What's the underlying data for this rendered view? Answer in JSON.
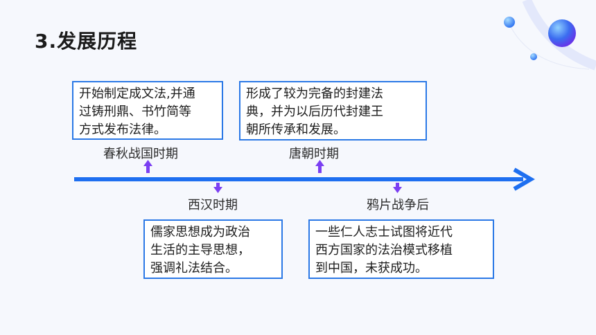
{
  "title": "3.发展历程",
  "colors": {
    "timeline": "#1e6ff0",
    "marker": "#7b3ff2",
    "box_border": "#2a78e6"
  },
  "events": [
    {
      "period": "春秋战国时期",
      "description": "开始制定成文法,并通\n过铸刑鼎、书竹简等\n方式发布法律。"
    },
    {
      "period": "西汉时期",
      "description": "儒家思想成为政治\n生活的主导思想，\n强调礼法结合。"
    },
    {
      "period": "唐朝时期",
      "description": "形成了较为完备的封建法\n典，并为以后历代封建王\n朝所传承和发展。"
    },
    {
      "period": "鸦片战争后",
      "description": "一些仁人志士试图将近代\n西方国家的法治模式移植\n到中国，未获成功。"
    }
  ]
}
